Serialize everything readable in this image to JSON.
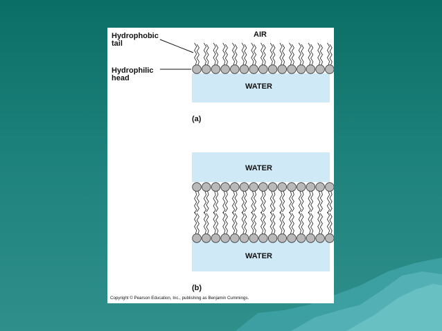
{
  "figure": {
    "label_hydrophobic": "Hydrophobic\ntail",
    "label_hydrophilic": "Hydrophilic\nhead",
    "air": "AIR",
    "water_a": "WATER",
    "panel_a": "(a)",
    "water_b_top": "WATER",
    "water_b_bottom": "WATER",
    "panel_b": "(b)",
    "copyright": "Copyright © Pearson Education, Inc., publishing as Benjamin Cummings."
  },
  "colors": {
    "water": "#cfe9f6",
    "background": "#0a6e66",
    "head": "#b9b9b9"
  }
}
